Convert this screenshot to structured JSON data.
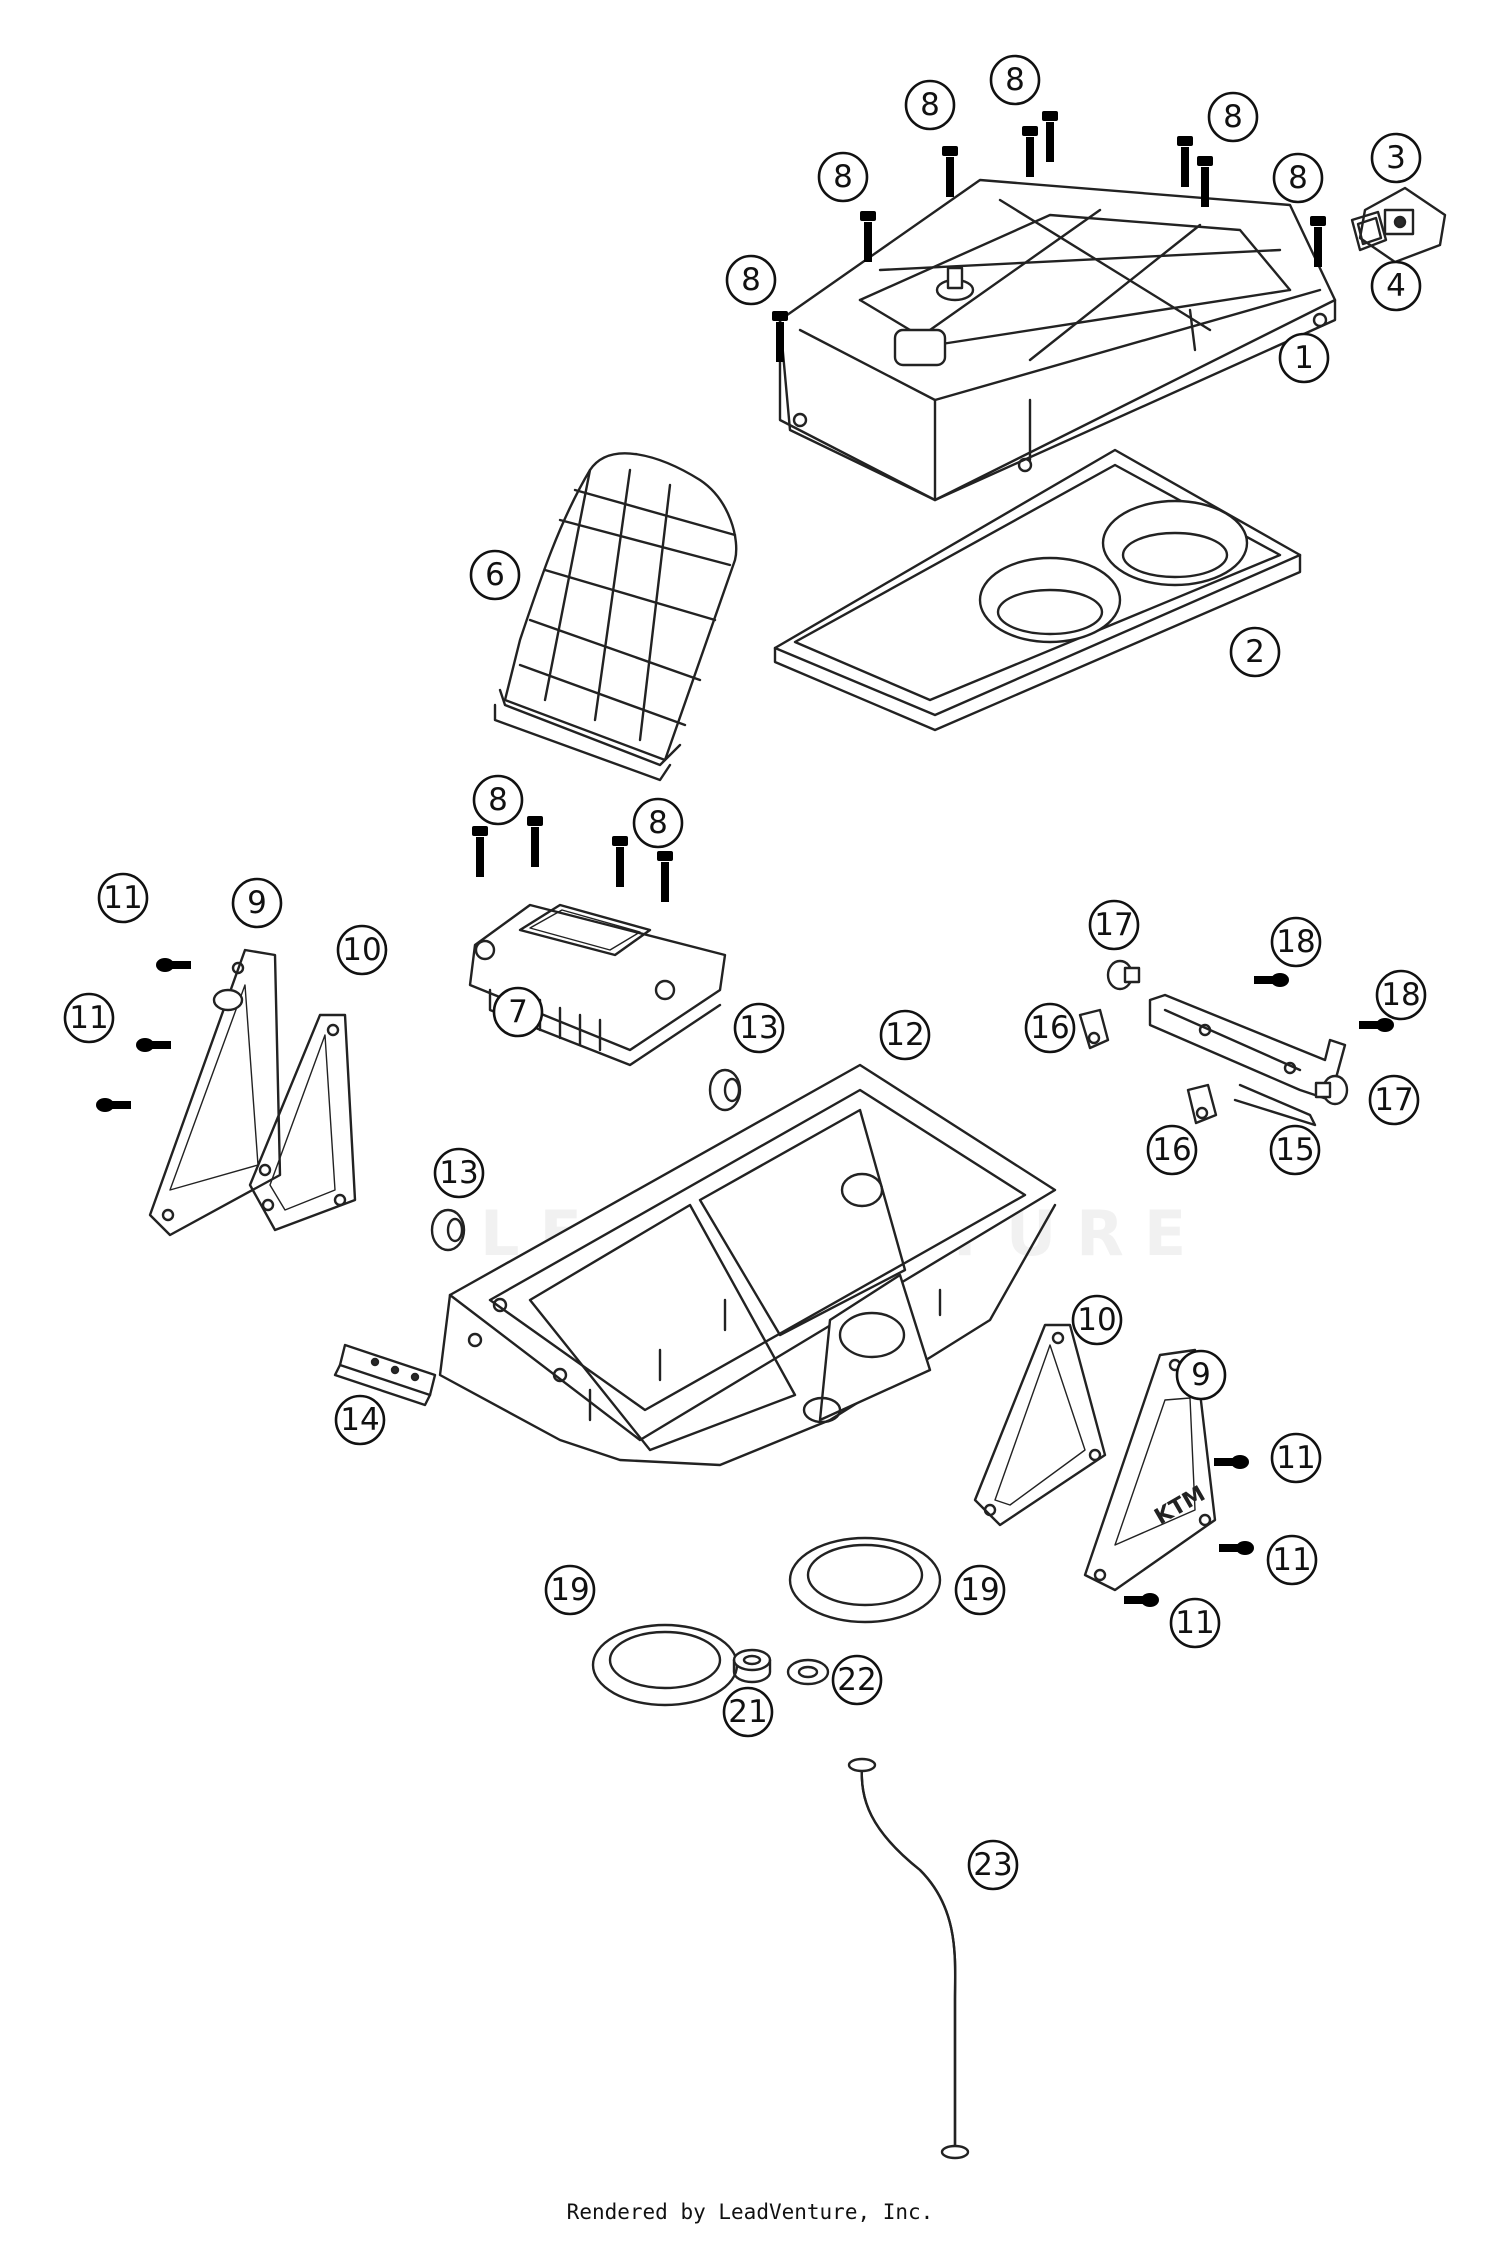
{
  "diagram": {
    "callouts": [
      {
        "id": "c1",
        "label": "1"
      },
      {
        "id": "c2",
        "label": "2"
      },
      {
        "id": "c3",
        "label": "3"
      },
      {
        "id": "c4",
        "label": "4"
      },
      {
        "id": "c6",
        "label": "6"
      },
      {
        "id": "c7",
        "label": "7"
      },
      {
        "id": "c8a",
        "label": "8"
      },
      {
        "id": "c8b",
        "label": "8"
      },
      {
        "id": "c8c",
        "label": "8"
      },
      {
        "id": "c8d",
        "label": "8"
      },
      {
        "id": "c8e",
        "label": "8"
      },
      {
        "id": "c8f",
        "label": "8"
      },
      {
        "id": "c8g",
        "label": "8"
      },
      {
        "id": "c8h",
        "label": "8"
      },
      {
        "id": "c9a",
        "label": "9"
      },
      {
        "id": "c9b",
        "label": "9"
      },
      {
        "id": "c10a",
        "label": "10"
      },
      {
        "id": "c10b",
        "label": "10"
      },
      {
        "id": "c11a",
        "label": "11"
      },
      {
        "id": "c11b",
        "label": "11"
      },
      {
        "id": "c11c",
        "label": "11"
      },
      {
        "id": "c11d",
        "label": "11"
      },
      {
        "id": "c11e",
        "label": "11"
      },
      {
        "id": "c12",
        "label": "12"
      },
      {
        "id": "c13a",
        "label": "13"
      },
      {
        "id": "c13b",
        "label": "13"
      },
      {
        "id": "c14",
        "label": "14"
      },
      {
        "id": "c15",
        "label": "15"
      },
      {
        "id": "c16a",
        "label": "16"
      },
      {
        "id": "c16b",
        "label": "16"
      },
      {
        "id": "c17a",
        "label": "17"
      },
      {
        "id": "c17b",
        "label": "17"
      },
      {
        "id": "c18a",
        "label": "18"
      },
      {
        "id": "c18b",
        "label": "18"
      },
      {
        "id": "c19a",
        "label": "19"
      },
      {
        "id": "c19b",
        "label": "19"
      },
      {
        "id": "c21",
        "label": "21"
      },
      {
        "id": "c22",
        "label": "22"
      },
      {
        "id": "c23",
        "label": "23"
      }
    ]
  },
  "footer": {
    "text": "Rendered by LeadVenture, Inc."
  }
}
